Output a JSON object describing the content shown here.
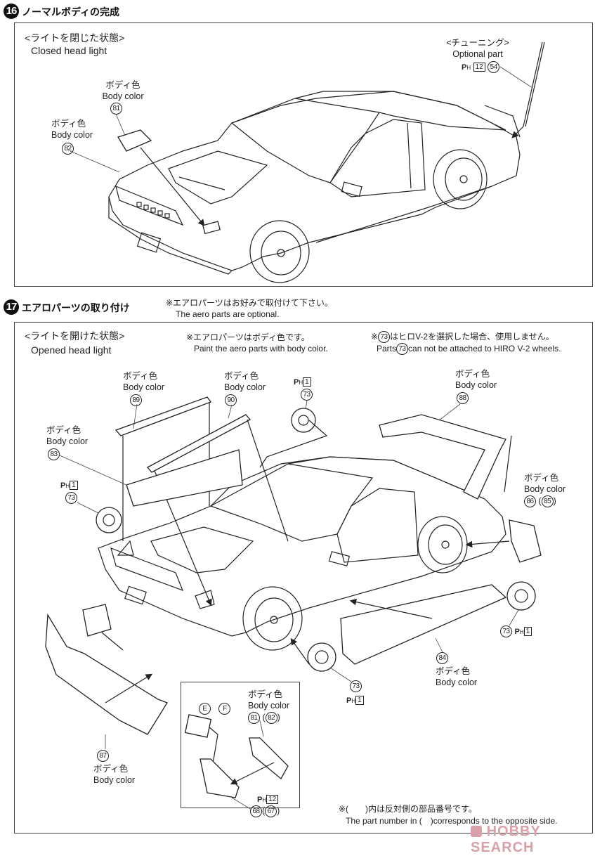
{
  "step16": {
    "number": "16",
    "title": "ノーマルボディの完成",
    "state_jp": "<ライトを閉じた状態>",
    "state_en": "Closed head light",
    "optional_jp": "<チューニング>",
    "optional_en": "Optional part",
    "antenna_runner": "H",
    "antenna_runner_num": "12",
    "antenna_part": "54",
    "labels": [
      {
        "jp": "ボディ色",
        "en": "Body color",
        "part": "81"
      },
      {
        "jp": "ボディ色",
        "en": "Body color",
        "part": "82"
      }
    ]
  },
  "step17": {
    "number": "17",
    "title": "エアロパーツの取り付け",
    "optional_note_jp": "※エアロパーツはお好みで取付けて下さい。",
    "optional_note_en": "The aero parts are optional.",
    "state_jp": "<ライトを開けた状態>",
    "state_en": "Opened head light",
    "paint_note_jp": "※エアロパーツはボディ色です。",
    "paint_note_en": "Paint the aero parts with body color.",
    "wheel_note_jp_prefix": "※",
    "wheel_note_jp_suffix": "はヒロV-2を選択した場合、使用しません。",
    "wheel_note_en_prefix": "Parts",
    "wheel_note_en_suffix": "can not be attached to HIRO V-2 wheels.",
    "wheel_note_part": "73",
    "body_color_jp": "ボディ色",
    "body_color_en": "Body color",
    "parts": {
      "p89": "89",
      "p90": "90",
      "p83": "83",
      "p88": "88",
      "p86": "86",
      "p85": "85",
      "p84": "84",
      "p87": "87",
      "p73": "73",
      "p81": "81",
      "p82": "82",
      "p68": "68",
      "p67": "67"
    },
    "runner_h": "H",
    "runner_1": "1",
    "runner_12": "12",
    "inset_letters": [
      "E",
      "F"
    ],
    "footnote_jp": "※(　　)内は反対側の部品番号です。",
    "footnote_en": "The part number in (　)corresponds to the opposite side."
  },
  "watermark": {
    "brand": "HOBBY SEARCH",
    "color": "#d9a0a8"
  }
}
